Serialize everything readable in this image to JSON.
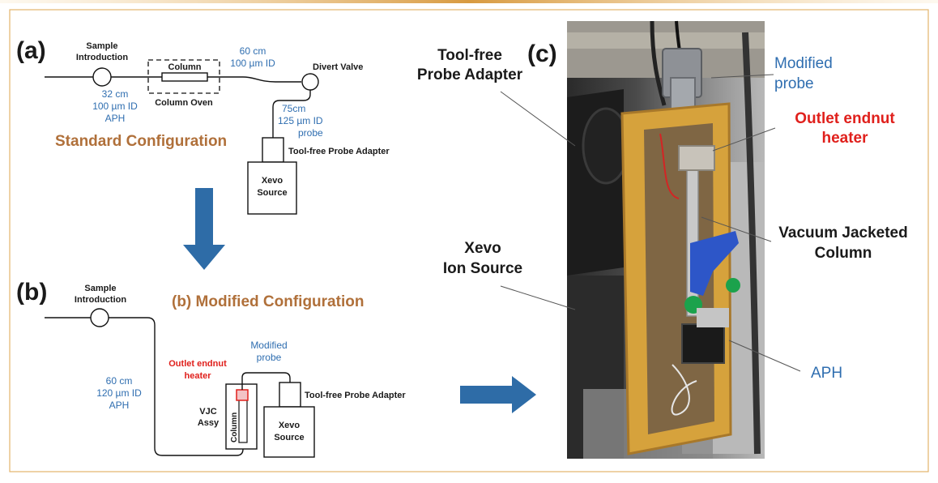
{
  "colors": {
    "blue": "#2f6eb0",
    "brown": "#b0703a",
    "red": "#e0201c",
    "arrow": "#2e6ca7",
    "frame": "#e3b36b",
    "frame_top": "#dca04c",
    "bracket": "#d6a23c"
  },
  "panel_a": {
    "tag": "(a)",
    "sample_introduction": [
      "Sample",
      "Introduction"
    ],
    "column": "Column",
    "column_oven": "Column Oven",
    "tube_top": [
      "60 cm",
      "100 µm ID"
    ],
    "divert_valve": "Divert Valve",
    "tube_left": [
      "32 cm",
      "100 µm ID",
      "APH"
    ],
    "tube_right": [
      "75cm",
      "125 µm ID",
      "probe"
    ],
    "title": "Standard Configuration",
    "adapter": "Tool-free Probe Adapter",
    "source": [
      "Xevo",
      "Source"
    ]
  },
  "panel_b": {
    "tag": "(b)",
    "sample_introduction": [
      "Sample",
      "Introduction"
    ],
    "title": "(b) Modified Configuration",
    "modified_probe": [
      "Modified",
      "probe"
    ],
    "heater": [
      "Outlet endnut",
      "heater"
    ],
    "tube": [
      "60 cm",
      "120 µm ID",
      "APH"
    ],
    "vjc": [
      "VJC",
      "Assy"
    ],
    "column": "Column",
    "adapter": "Tool-free Probe Adapter",
    "source": [
      "Xevo",
      "Source"
    ]
  },
  "panel_c": {
    "tag": "(c)",
    "adapter": [
      "Tool-free",
      "Probe Adapter"
    ],
    "modified_probe": [
      "Modified",
      "probe"
    ],
    "heater": [
      "Outlet endnut",
      "heater"
    ],
    "vjc": [
      "Vacuum Jacketed",
      "Column"
    ],
    "ion_source": [
      "Xevo",
      "Ion Source"
    ],
    "aph": "APH"
  }
}
